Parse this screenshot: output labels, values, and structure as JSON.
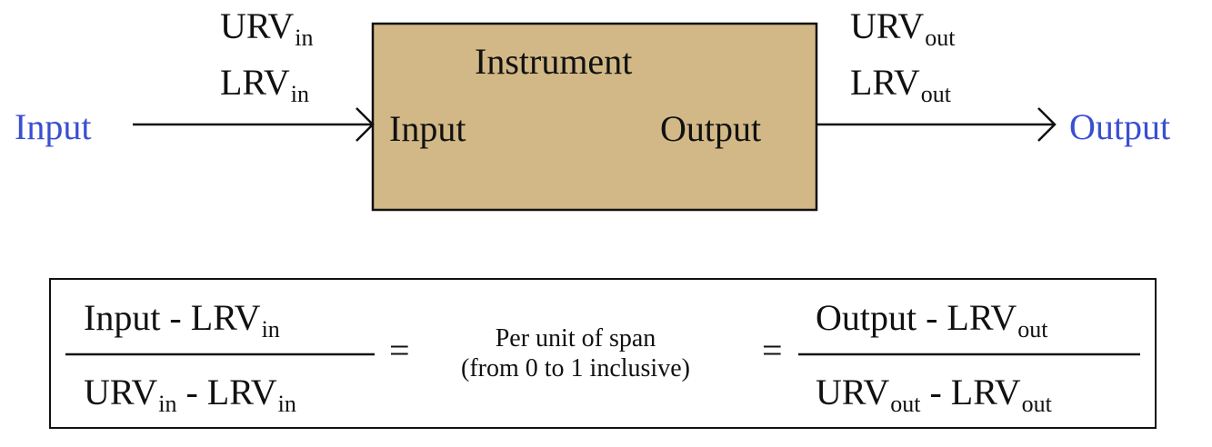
{
  "input_side": {
    "urv_main": "URV",
    "urv_sub": "in",
    "lrv_main": "LRV",
    "lrv_sub": "in",
    "signal_label": "Input"
  },
  "instrument": {
    "title": "Instrument",
    "input_label": "Input",
    "output_label": "Output",
    "fill_color": "#d2b886"
  },
  "output_side": {
    "urv_main": "URV",
    "urv_sub": "out",
    "lrv_main": "LRV",
    "lrv_sub": "out",
    "signal_label": "Output"
  },
  "equation": {
    "left_numerator": {
      "main": "Input - LRV",
      "sub": "in"
    },
    "left_denominator": {
      "a_main": "URV",
      "a_sub": "in",
      "sep": " - LRV",
      "b_sub": "in"
    },
    "equals": "=",
    "middle_line1": "Per unit of span",
    "middle_line2": "(from 0 to 1 inclusive)",
    "right_numerator": {
      "main": "Output - LRV",
      "sub": "out"
    },
    "right_denominator": {
      "a_main": "URV",
      "a_sub": "out",
      "sep": " - LRV",
      "b_sub": "out"
    }
  },
  "colors": {
    "signal_label": "#3a4fd1",
    "line": "#111111"
  }
}
